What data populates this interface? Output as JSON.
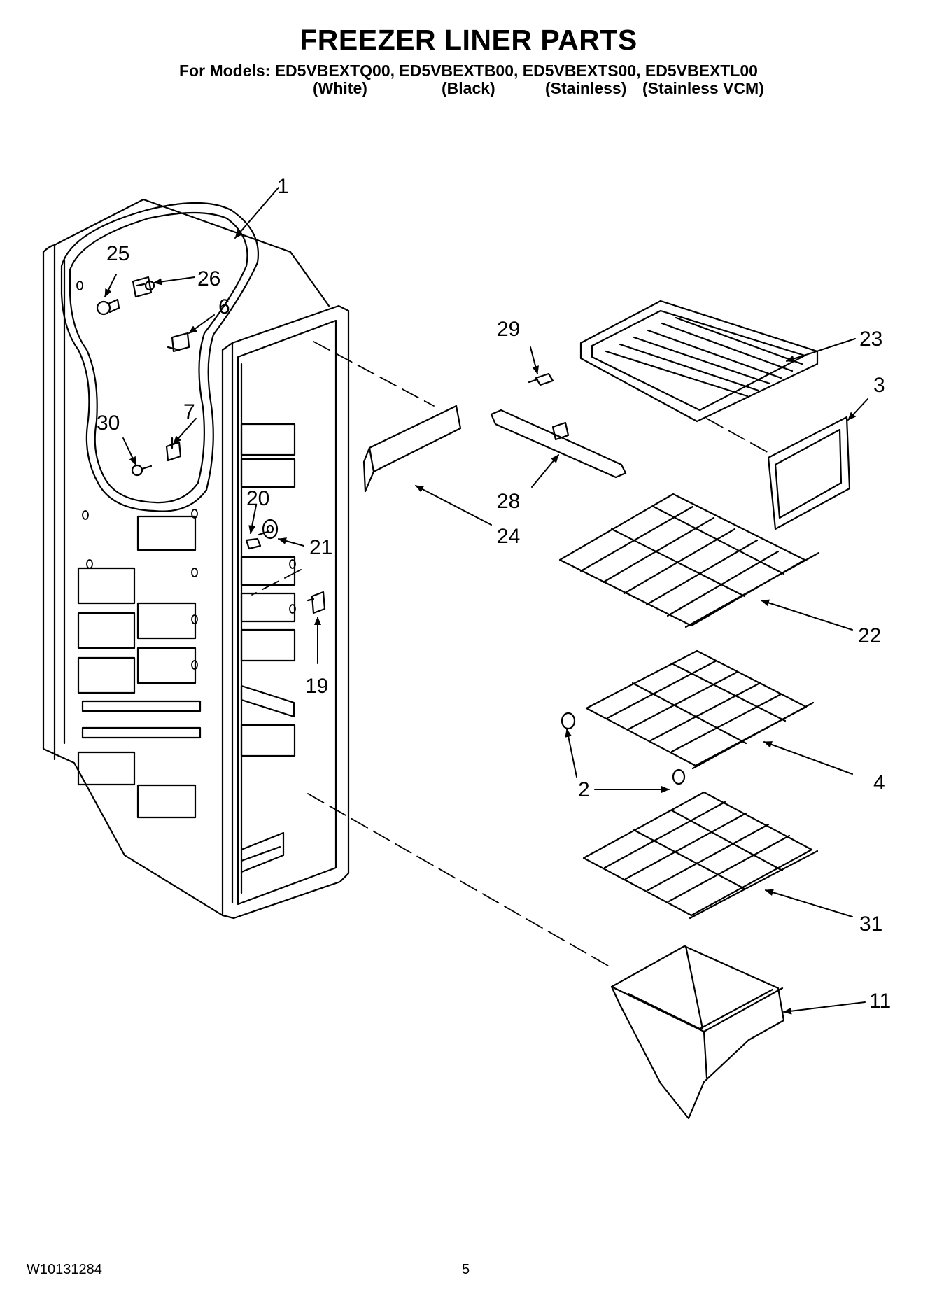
{
  "header": {
    "title": "FREEZER LINER PARTS",
    "models_line": "For Models: ED5VBEXTQ00, ED5VBEXTB00, ED5VBEXTS00, ED5VBEXTL00",
    "variants": [
      "(White)",
      "(Black)",
      "(Stainless)",
      "(Stainless VCM)"
    ]
  },
  "callouts": {
    "liner": "1",
    "shelf_support_pin": "2",
    "bin_front": "3",
    "wire_shelf_middle": "4",
    "light_socket_bracket": "6",
    "bracket_7": "7",
    "storage_bin": "11",
    "damper_switch": "19",
    "screw_20": "20",
    "cam_21": "21",
    "wire_shelf_upper": "22",
    "shelf_frame_top": "23",
    "cover_24": "24",
    "light_bulb": "25",
    "light_socket": "26",
    "shelf_bracket": "28",
    "screw_29": "29",
    "screw_30": "30",
    "wire_shelf_lower": "31"
  },
  "footer": {
    "doc_number": "W10131284",
    "page_number": "5"
  }
}
